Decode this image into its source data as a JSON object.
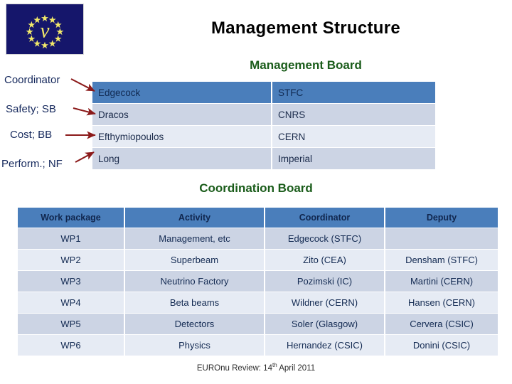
{
  "logo": {
    "name": "euronu-eu-flag-logo",
    "symbol": "ν",
    "star_count": 12,
    "colors": {
      "field": "#15166b",
      "stars": "#f2e96a"
    }
  },
  "slide": {
    "title": "Management Structure",
    "footer": "EUROnu Review: 14",
    "footer_sup": "th",
    "footer_tail": " April 2011"
  },
  "management_board": {
    "heading": "Management Board",
    "heading_color": "#1a5c1a",
    "roles": [
      {
        "label": "Coordinator"
      },
      {
        "label": "Safety; SB"
      },
      {
        "label": "Cost; BB"
      },
      {
        "label": "Perform.; NF"
      }
    ],
    "rows": [
      {
        "name": "Edgecock",
        "org": "STFC"
      },
      {
        "name": "Dracos",
        "org": "CNRS"
      },
      {
        "name": "Efthymiopoulos",
        "org": "CERN"
      },
      {
        "name": "Long",
        "org": "Imperial"
      }
    ],
    "colors": {
      "header_row": "#4a7ebb",
      "row_dark": "#ccd4e4",
      "row_light": "#e6ebf4",
      "arrow": "#8b1a1a",
      "label_text": "#15285c"
    }
  },
  "coordination_board": {
    "heading": "Coordination Board",
    "columns": [
      "Work package",
      "Activity",
      "Coordinator",
      "Deputy"
    ],
    "rows": [
      {
        "wp": "WP1",
        "activity": "Management, etc",
        "coordinator": "Edgecock (STFC)",
        "deputy": ""
      },
      {
        "wp": "WP2",
        "activity": "Superbeam",
        "coordinator": "Zito (CEA)",
        "deputy": "Densham (STFC)"
      },
      {
        "wp": "WP3",
        "activity": "Neutrino Factory",
        "coordinator": "Pozimski (IC)",
        "deputy": "Martini (CERN)"
      },
      {
        "wp": "WP4",
        "activity": "Beta beams",
        "coordinator": "Wildner (CERN)",
        "deputy": "Hansen (CERN)"
      },
      {
        "wp": "WP5",
        "activity": "Detectors",
        "coordinator": "Soler (Glasgow)",
        "deputy": "Cervera (CSIC)"
      },
      {
        "wp": "WP6",
        "activity": "Physics",
        "coordinator": "Hernandez (CSIC)",
        "deputy": "Donini (CSIC)"
      }
    ],
    "colors": {
      "header_row": "#4a7ebb",
      "row_dark": "#ccd4e4",
      "row_light": "#e6ebf4"
    }
  }
}
